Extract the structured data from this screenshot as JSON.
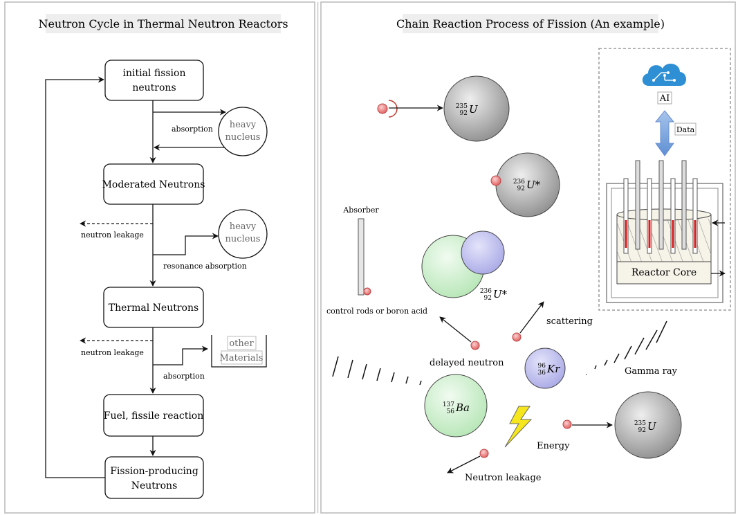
{
  "left_panel": {
    "title": "Neutron Cycle in Thermal Neutron Reactors",
    "boxes": {
      "initial": [
        "initial fission",
        "neutrons"
      ],
      "moderated": "Moderated Neutrons",
      "thermal": "Thermal Neutrons",
      "fuel": "Fuel, fissile reaction",
      "fission_producing": [
        "Fission-producing",
        "Neutrons"
      ]
    },
    "circles": {
      "heavy1": [
        "heavy",
        "nucleus"
      ],
      "heavy2": [
        "heavy",
        "nucleus"
      ]
    },
    "other_materials": [
      "other",
      "Materials"
    ],
    "labels": {
      "absorption1": "absorption",
      "leakage1": "neutron leakage",
      "resonance": "resonance absorption",
      "leakage2": "neutron leakage",
      "absorption2": "absorption"
    }
  },
  "right_panel": {
    "title": "Chain Reaction Process of Fission (An example)",
    "nuclei": {
      "u235_top": {
        "mass": "235",
        "atomic": "92",
        "symbol": "U"
      },
      "u236_star_1": {
        "mass": "236",
        "atomic": "92",
        "symbol": "U*"
      },
      "u236_star_2": {
        "mass": "236",
        "atomic": "92",
        "symbol": "U*"
      },
      "kr": {
        "mass": "96",
        "atomic": "36",
        "symbol": "Kr"
      },
      "ba": {
        "mass": "137",
        "atomic": "56",
        "symbol": "Ba"
      },
      "u235_bottom": {
        "mass": "235",
        "atomic": "92",
        "symbol": "U"
      }
    },
    "labels": {
      "absorber": "Absorber",
      "control_rods": "control rods or boron acid",
      "scattering": "scattering",
      "delayed_neutron": "delayed neutron",
      "gamma_ray": "Gamma ray",
      "energy": "Energy",
      "neutron_leakage": "Neutron leakage"
    },
    "reactor": {
      "ai": "AI",
      "data": "Data",
      "core": "Reactor Core"
    }
  },
  "colors": {
    "neutron": "#e87c7c",
    "uranium": "#9a9a9a",
    "kr": "#b4b4ec",
    "ba": "#bde9bd",
    "cloud": "#2f8fd4",
    "control_rod": "#d81c1c",
    "energy": "#f5e61d"
  }
}
